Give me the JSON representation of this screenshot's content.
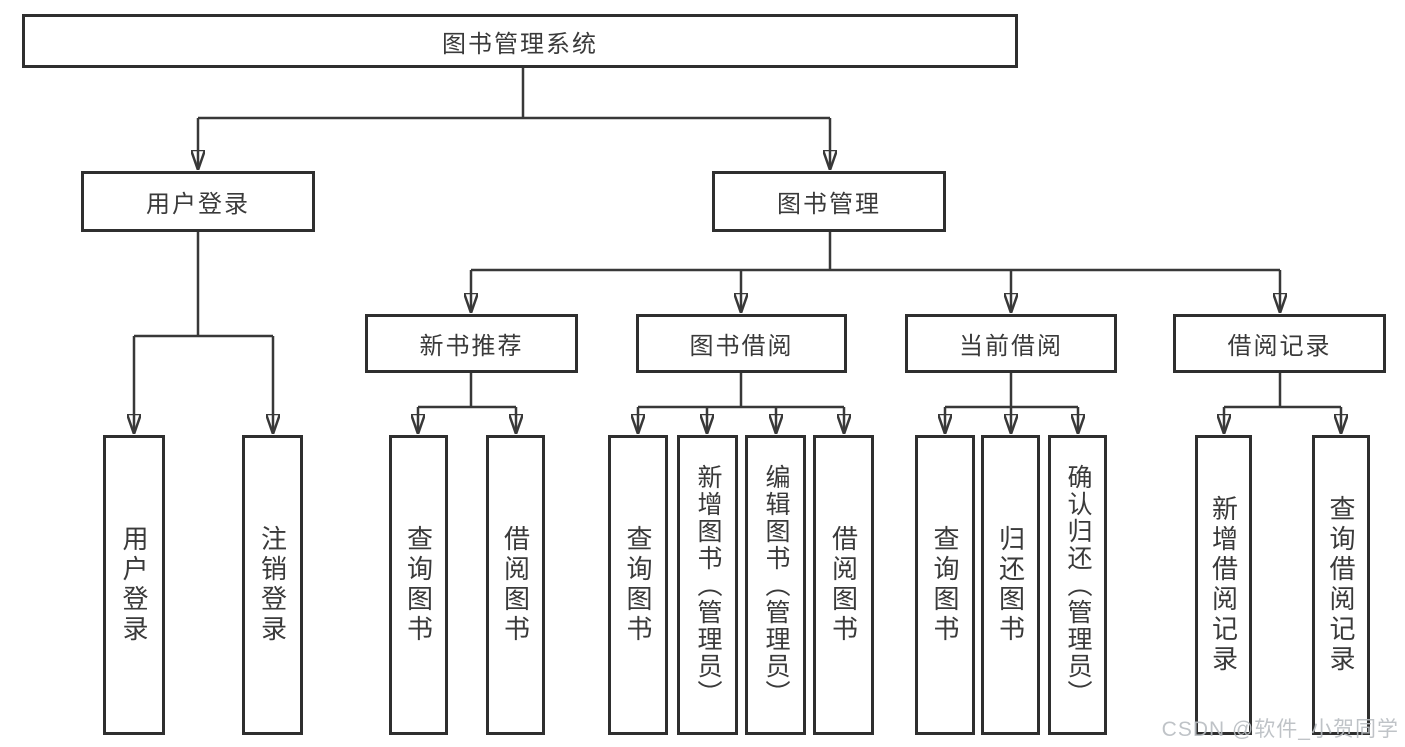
{
  "colors": {
    "line": "#383838",
    "text": "#3a3a3a",
    "border": "#2f2f2f",
    "bg": "#ffffff",
    "watermark": "#b9bdc2"
  },
  "watermark": {
    "text": "CSDN @软件_小贺同学"
  },
  "diagram": {
    "type": "tree",
    "root": {
      "label": "图书管理系统",
      "children": [
        {
          "label": "用户登录",
          "children": [
            {
              "label": "用户登录"
            },
            {
              "label": "注销登录"
            }
          ]
        },
        {
          "label": "图书管理",
          "children": [
            {
              "label": "新书推荐",
              "children": [
                {
                  "label": "查询图书"
                },
                {
                  "label": "借阅图书"
                }
              ]
            },
            {
              "label": "图书借阅",
              "children": [
                {
                  "label": "查询图书"
                },
                {
                  "label": "新增图书（管理员）"
                },
                {
                  "label": "编辑图书（管理员）"
                },
                {
                  "label": "借阅图书"
                }
              ]
            },
            {
              "label": "当前借阅",
              "children": [
                {
                  "label": "查询图书"
                },
                {
                  "label": "归还图书"
                },
                {
                  "label": "确认归还（管理员）"
                }
              ]
            },
            {
              "label": "借阅记录",
              "children": [
                {
                  "label": "新增借阅记录"
                },
                {
                  "label": "查询借阅记录"
                }
              ]
            }
          ]
        }
      ]
    }
  }
}
